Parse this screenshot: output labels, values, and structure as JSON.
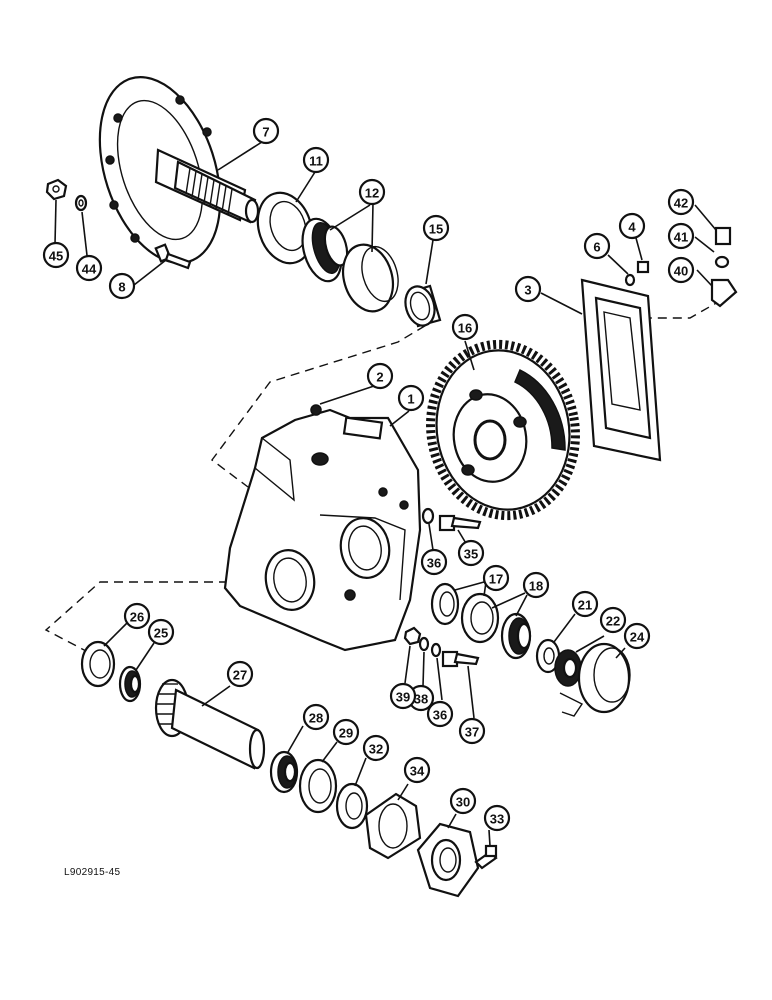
{
  "figure_reference": "L902915-45",
  "callouts": [
    "1",
    "2",
    "3",
    "4",
    "6",
    "7",
    "8",
    "11",
    "12",
    "15",
    "16",
    "17",
    "18",
    "21",
    "22",
    "24",
    "25",
    "26",
    "27",
    "28",
    "29",
    "30",
    "32",
    "33",
    "34",
    "35",
    "36",
    "37",
    "38",
    "39",
    "40",
    "41",
    "42",
    "44",
    "45"
  ]
}
